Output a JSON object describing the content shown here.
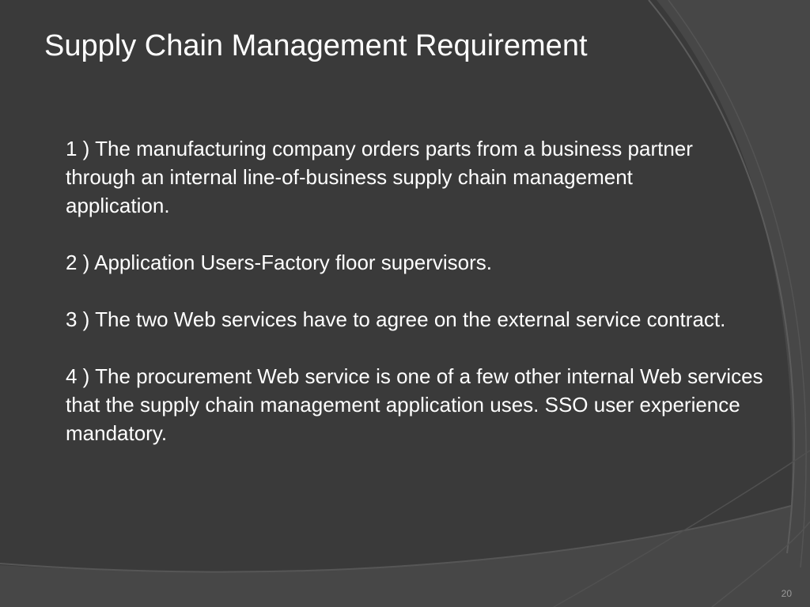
{
  "slide": {
    "title": "Supply Chain Management Requirement",
    "paragraphs": [
      "1 ) The manufacturing company orders parts from a business partner through an internal line-of-business supply chain management application.",
      "2 ) Application Users-Factory floor supervisors.",
      "3 ) The two Web services have to agree on the external service contract.",
      "4 ) The procurement Web service is one of a few other internal Web services that the supply chain management application uses. SSO user experience mandatory."
    ],
    "page_number": "20"
  },
  "colors": {
    "background_dark": "#3a3a3a",
    "background_mid": "#4a4a4a",
    "arc_line": "#5e5e5e",
    "text": "#ffffff",
    "page_number": "#9a9a9a"
  }
}
